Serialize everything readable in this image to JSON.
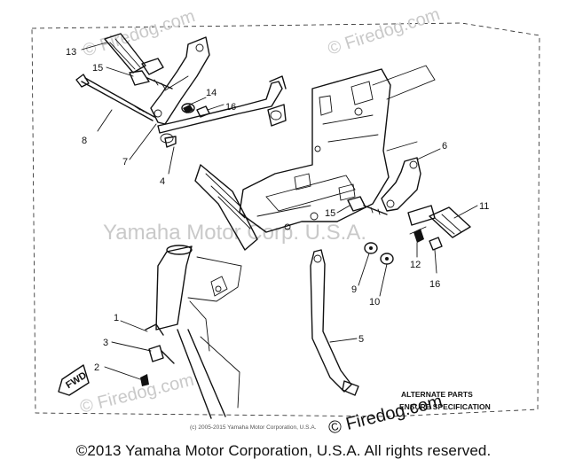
{
  "diagram": {
    "watermarks": {
      "top": "© Firedog.com",
      "left": "© Firedog.com",
      "center": "Yamaha Motor Corp. U.S.A.",
      "bottom_left": "© Firedog.com",
      "bottom_right": "© Firedog.com"
    },
    "callouts": [
      "1",
      "2",
      "3",
      "4",
      "5",
      "6",
      "7",
      "8",
      "9",
      "10",
      "11",
      "12",
      "13",
      "14",
      "15",
      "15",
      "16",
      "16"
    ],
    "fwd_label": "FWD",
    "note_line1": "ALTERNATE PARTS",
    "note_line2": "ENSURE SPECIFICATION",
    "small_credit": "(c) 2005-2015 Yamaha Motor Corporation, U.S.A.",
    "copyright": "©2013 Yamaha Motor Corporation, U.S.A. All rights reserved."
  }
}
